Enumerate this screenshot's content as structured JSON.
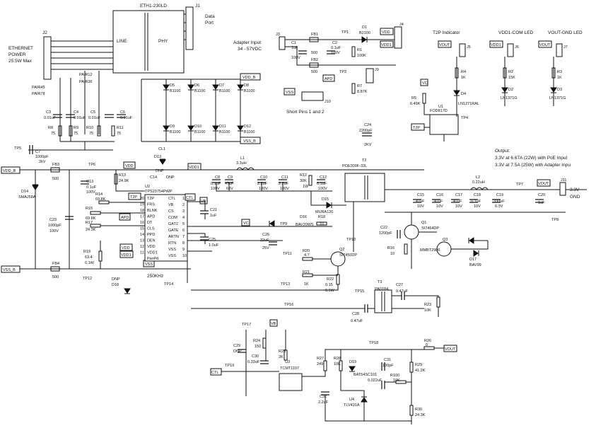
{
  "schematic": {
    "connectors": {
      "j1": {
        "ref": "J1",
        "title_line1": "Data",
        "title_line2": "Port"
      },
      "j2": {
        "ref": "J2",
        "title_line1": "ETHERNET",
        "title_line2": "POWER",
        "title_line3": "25.5W Max"
      },
      "j3": {
        "ref": "J3",
        "title_line1": "Adapter Input",
        "title_line2": "34 - 57VDC"
      },
      "j4": {
        "ref": "J4"
      },
      "j5": {
        "ref": "J5"
      },
      "j6": {
        "ref": "J6"
      },
      "j7": {
        "ref": "J7"
      },
      "j9": {
        "ref": "J9"
      },
      "j10": {
        "ref": "J10"
      },
      "j11": {
        "ref": "J11",
        "label1": "3.3V",
        "label2": "GND"
      }
    },
    "indicators": {
      "t2p": "T2P Indicator",
      "vdd1_com": "VDD1-COM LED",
      "vout_gnd": "VOUT-GND LED",
      "short_pins": "Short Pins 1 and 2"
    },
    "output_note": {
      "line1": "Output:",
      "line2": "3.3V at 6.67A (22W) with PoE Input",
      "line3": "3.3V at 7.5A (25W) with Adapter Inpu"
    },
    "transformer_eth": {
      "ref": "ETH1-230LD",
      "phy": "PHY",
      "line": "LINE"
    },
    "net_labels": {
      "vdd_b": "VDD_B",
      "vss_b": "VSS_B",
      "vdd": "VDD",
      "vdd1": "VDD1",
      "vss": "VSS",
      "vout": "VOUT",
      "vc": "VC",
      "vb": "VB",
      "t2p": "T2P",
      "apd": "APD",
      "ctl": "CTL",
      "pair12": "PAIR12",
      "pair36": "PAIR36",
      "pair45": "PAIR45",
      "pair78": "PAIR78"
    },
    "ic_u2": {
      "ref": "U2",
      "part": "TPS23754PWP",
      "freq": "250KHz",
      "pins_left": [
        {
          "num": "20",
          "name": "T2P"
        },
        {
          "num": "19",
          "name": "FRS"
        },
        {
          "num": "18",
          "name": "BLNK"
        },
        {
          "num": "17",
          "name": "APD"
        },
        {
          "num": "16",
          "name": "DT"
        },
        {
          "num": "15",
          "name": "CLS"
        },
        {
          "num": "14",
          "name": "PPD"
        },
        {
          "num": "13",
          "name": "DEN"
        },
        {
          "num": "12",
          "name": "VDD"
        },
        {
          "num": "11",
          "name": "VDD1"
        },
        {
          "num": "",
          "name": "PwrPd"
        }
      ],
      "pins_right": [
        {
          "num": "1",
          "name": "CTL"
        },
        {
          "num": "2",
          "name": "VB"
        },
        {
          "num": "3",
          "name": "CS"
        },
        {
          "num": "4",
          "name": "COM"
        },
        {
          "num": "5",
          "name": "GAT2"
        },
        {
          "num": "6",
          "name": "GATE"
        },
        {
          "num": "7",
          "name": "ARTN"
        },
        {
          "num": "8",
          "name": "RTN"
        },
        {
          "num": "9",
          "name": "VSS"
        },
        {
          "num": "10",
          "name": "VSS"
        }
      ]
    },
    "test_points": [
      "TP1",
      "TP3",
      "TP4",
      "TP5",
      "TP6",
      "TP7",
      "TP8",
      "TP9",
      "TP10",
      "TP11",
      "TP12",
      "TP13",
      "TP14",
      "TP15",
      "TP16",
      "TP17",
      "TP18",
      "TP19"
    ],
    "components": {
      "d1": [
        "D1",
        "B2100"
      ],
      "fb1": [
        "FB1",
        "500"
      ],
      "fb2": [
        "FB2",
        "500"
      ],
      "fb3": [
        "FB3",
        "500"
      ],
      "fb4": [
        "FB4",
        "500"
      ],
      "c1": [
        "C1",
        "1uF",
        "100V"
      ],
      "c2": [
        "C2",
        "0.1uF",
        "100V"
      ],
      "r1": [
        "R1",
        "100K"
      ],
      "r7": [
        "R7",
        "8.87K"
      ],
      "c24": [
        "C24",
        "2200pF",
        "2KV"
      ],
      "d5": [
        "D5",
        "B1100"
      ],
      "d6": [
        "D6",
        "B1100"
      ],
      "d7": [
        "D7",
        "B1100"
      ],
      "d8": [
        "D8",
        "B1100"
      ],
      "d9": [
        "D9",
        "B1100"
      ],
      "d10": [
        "D10",
        "B1100"
      ],
      "d11": [
        "D11",
        "B1100"
      ],
      "d12": [
        "D12",
        "B1100"
      ],
      "c3": [
        "C3",
        "0.01uF"
      ],
      "c4": [
        "C4",
        "0.01uF"
      ],
      "c5": [
        "C5",
        "0.01uF"
      ],
      "c6": [
        "C6",
        "0.01uF"
      ],
      "r8": [
        "R8",
        "75"
      ],
      "r9": [
        "R9",
        "75"
      ],
      "r10": [
        "R10",
        "75"
      ],
      "r11": [
        "R11",
        "75"
      ],
      "c7": [
        "C7",
        "1000pF",
        "2kV"
      ],
      "r4": [
        "R4",
        "1K"
      ],
      "r2": [
        "R2",
        "15K"
      ],
      "r3": [
        "R3",
        "1K"
      ],
      "r5": [
        "R5",
        "6.49K"
      ],
      "d4": [
        "D4",
        "LN1271RAL"
      ],
      "d2": [
        "D2",
        "LN1371G"
      ],
      "d3": [
        "D3",
        "LN1371G"
      ],
      "u1": [
        "U1",
        "FOD817D"
      ],
      "cl1": [
        "CL1"
      ],
      "d13": [
        "D13",
        "DNP"
      ],
      "c14": [
        "C14",
        "DNP"
      ],
      "l1": [
        "L1",
        "3.3uH"
      ],
      "c8": [
        "C8",
        "0.1uF",
        "100V"
      ],
      "c9": [
        "C9",
        "47uF",
        "63V"
      ],
      "c10": [
        "C10",
        "2.2uF",
        "100V"
      ],
      "c11": [
        "C11",
        "2.2uF",
        "100V"
      ],
      "r12": [
        "R12",
        "30K",
        "1W"
      ],
      "c12": [
        "C12",
        "0.1uF",
        "100V"
      ],
      "d15": [
        "D15",
        "MURA120"
      ],
      "t2": [
        "T2",
        "POE300F-33L"
      ],
      "l2": [
        "L2",
        "0.22uH"
      ],
      "c15": [
        "C15",
        "47uF",
        "10V"
      ],
      "c16": [
        "C16",
        "47uF",
        "10V"
      ],
      "c17": [
        "C17",
        "47uF",
        "10V"
      ],
      "c18": [
        "C18",
        "0.1uF",
        "10V"
      ],
      "c19": [
        "C19",
        "330uF",
        "6.3V"
      ],
      "c20": [
        "C20",
        "1uF"
      ],
      "d14": [
        "D14",
        "SMAJ58A"
      ],
      "c13": [
        "C13",
        "0.1uF",
        "100V"
      ],
      "c23": [
        "C23",
        "1000pF",
        "100V"
      ],
      "r13": [
        "R13",
        "24.9K"
      ],
      "r14": [
        "R14",
        "69.8K"
      ],
      "r15": [
        "R15",
        "69.8K"
      ],
      "r17": [
        "R17",
        "24.3K"
      ],
      "r19": [
        "R19",
        "63.4",
        "0.1W"
      ],
      "d18": [
        "D18",
        "DNP"
      ],
      "c21": [
        "C21",
        "1uF"
      ],
      "c25": [
        "C25",
        "1.0uF"
      ],
      "c26": [
        "C26",
        "22uF",
        "25V"
      ],
      "d16": [
        "D16",
        "BAV20WS"
      ],
      "r18": [
        "R18",
        "10"
      ],
      "r20": [
        "R20",
        "4.7"
      ],
      "r21": [
        "R21",
        "1K"
      ],
      "r22": [
        "R22",
        "0.15",
        "0.5W"
      ],
      "q2": [
        "Q2",
        "SI7450DP"
      ],
      "q1": [
        "Q1",
        "SI7464DP"
      ],
      "q3": [
        "Q3",
        "MMBT2906"
      ],
      "d17": [
        "D17",
        "BAV99"
      ],
      "c22": [
        "C22",
        "1200pF"
      ],
      "r16": [
        "R16",
        "10"
      ],
      "t3": [
        "T3",
        "PA0184"
      ],
      "c27": [
        "C27",
        "0.47uF"
      ],
      "c28": [
        "C28",
        "0.47uF"
      ],
      "r23": [
        "R23",
        "10K"
      ],
      "c29": [
        "C29",
        "DNP"
      ],
      "r24": [
        "R24",
        "150"
      ],
      "c30": [
        "C30",
        "0.33uF"
      ],
      "r25": [
        "R25",
        "2K"
      ],
      "u3": [
        "U3",
        "TCMT1107"
      ],
      "r27": [
        "R27",
        "249"
      ],
      "r28": [
        "R28",
        "10K"
      ],
      "d19": [
        "D19",
        "BAT54S"
      ],
      "c31": [
        "C31",
        "100pF"
      ],
      "c101": [
        "C101",
        "0.022uF"
      ],
      "r100": [
        "R100",
        "10K"
      ],
      "r26": [
        "R26",
        "0"
      ],
      "r29": [
        "R29",
        "41.2K"
      ],
      "c32": [
        "C32",
        "2.2uF"
      ],
      "u4": [
        "U4",
        "TLV431A"
      ],
      "r30": [
        "R30",
        "24.3K"
      ]
    }
  }
}
